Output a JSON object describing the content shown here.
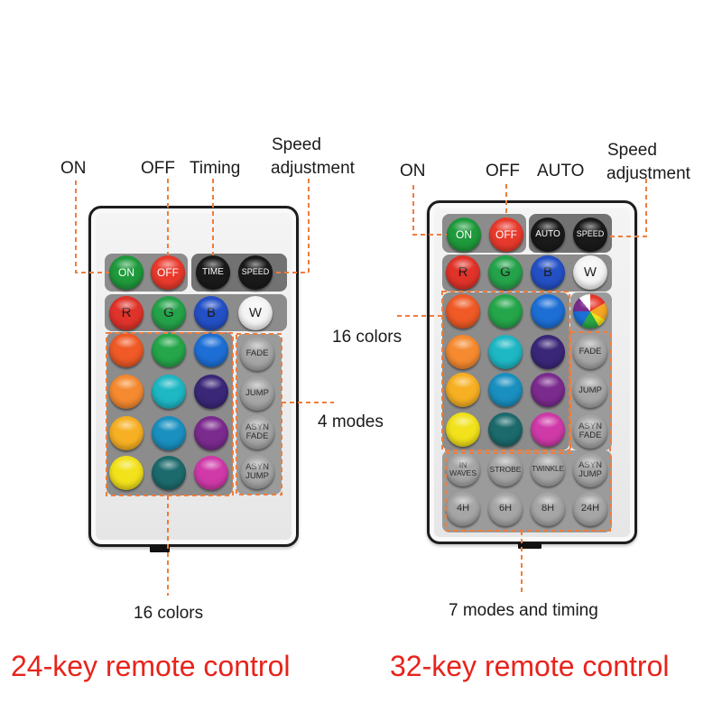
{
  "left_remote": {
    "title": "24-key remote control",
    "callouts": {
      "on": "ON",
      "off": "OFF",
      "timing": "Timing",
      "speed_line1": "Speed",
      "speed_line2": "adjustment",
      "modes": "4 modes",
      "colors": "16 colors"
    },
    "buttons": {
      "on": {
        "label": "ON",
        "color": "#1f9a3c"
      },
      "off": {
        "label": "OFF",
        "color": "#e83a2c"
      },
      "time": {
        "label": "TIME",
        "color": "#1a1a1a"
      },
      "speed": {
        "label": "SPEED",
        "color": "#1a1a1a"
      },
      "r": {
        "label": "R",
        "color": "#e0332a"
      },
      "g": {
        "label": "G",
        "color": "#25a34a"
      },
      "b": {
        "label": "B",
        "color": "#2450c6"
      },
      "w": {
        "label": "W",
        "color": "#f4f4f4"
      },
      "fade": {
        "label": "FADE",
        "color": "#a6a6a6"
      },
      "jump": {
        "label": "JUMP",
        "color": "#a6a6a6"
      },
      "asyn_fade": {
        "label": "ASYN FADE",
        "color": "#a6a6a6"
      },
      "asyn_jump": {
        "label": "ASYN JUMP",
        "color": "#a6a6a6"
      }
    },
    "color_keys": [
      "#ef5a26",
      "#25a64a",
      "#1d6fd6",
      "#f58a30",
      "#1eb7c4",
      "#3b2778",
      "#f7b023",
      "#1a90c0",
      "#7b2b8e",
      "#f2e21b",
      "#1c6a6c",
      "#cf3aa8"
    ]
  },
  "right_remote": {
    "title": "32-key remote control",
    "callouts": {
      "on": "ON",
      "off": "OFF",
      "auto": "AUTO",
      "speed_line1": "Speed",
      "speed_line2": "adjustment",
      "colors": "16 colors",
      "modes": "7 modes and timing"
    },
    "buttons": {
      "on": {
        "label": "ON",
        "color": "#1f9a3c"
      },
      "off": {
        "label": "OFF",
        "color": "#e83a2c"
      },
      "auto": {
        "label": "AUTO",
        "color": "#1a1a1a"
      },
      "speed": {
        "label": "SPEED",
        "color": "#1a1a1a"
      },
      "r": {
        "label": "R",
        "color": "#e0332a"
      },
      "g": {
        "label": "G",
        "color": "#25a34a"
      },
      "b": {
        "label": "B",
        "color": "#2450c6"
      },
      "w": {
        "label": "W",
        "color": "#f4f4f4"
      },
      "fade": {
        "label": "FADE",
        "color": "#a6a6a6"
      },
      "jump": {
        "label": "JUMP",
        "color": "#a6a6a6"
      },
      "asyn_fade": {
        "label": "ASYN FADE",
        "color": "#a6a6a6"
      },
      "asyn_jump": {
        "label": "ASYN JUMP",
        "color": "#a6a6a6"
      },
      "in_waves": {
        "label": "IN WAVES",
        "color": "#a6a6a6"
      },
      "strobe": {
        "label": "STROBE",
        "color": "#a6a6a6"
      },
      "twinkle": {
        "label": "TWINKLE",
        "color": "#a6a6a6"
      },
      "h4": {
        "label": "4H",
        "color": "#a6a6a6"
      },
      "h6": {
        "label": "6H",
        "color": "#a6a6a6"
      },
      "h8": {
        "label": "8H",
        "color": "#a6a6a6"
      },
      "h24": {
        "label": "24H",
        "color": "#a6a6a6"
      }
    },
    "color_keys": [
      "#ef5a26",
      "#25a64a",
      "#1d6fd6",
      "#f58a30",
      "#1eb7c4",
      "#3b2778",
      "#f7b023",
      "#1a90c0",
      "#7b2b8e",
      "#f2e21b",
      "#1c6a6c",
      "#cf3aa8"
    ]
  },
  "colors": {
    "annotation": "#ef7d3c",
    "title": "#e8231b"
  }
}
